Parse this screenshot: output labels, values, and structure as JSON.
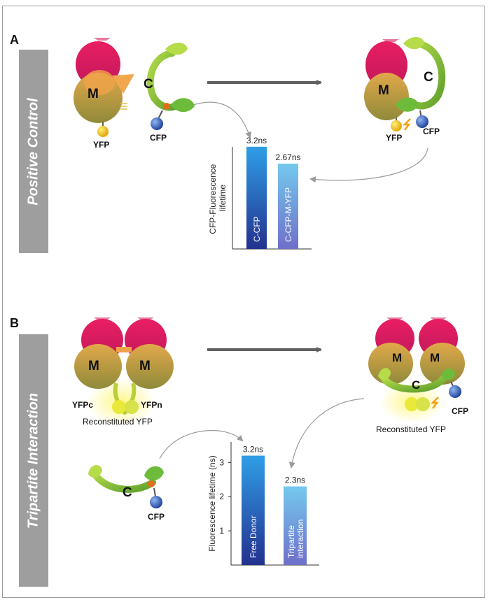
{
  "panels": {
    "a": {
      "letter": "A",
      "side_label": "Positive Control",
      "labels": {
        "m": "M",
        "c": "C",
        "yfp": "YFP",
        "cfp": "CFP"
      },
      "chart": {
        "ylabel": "CFP-Fluorescence lifetime",
        "bars": [
          {
            "category": "C-CFP",
            "value_label": "3.2ns"
          },
          {
            "category": "C-CFP-M-YFP",
            "value_label": "2.67ns"
          }
        ]
      }
    },
    "b": {
      "letter": "B",
      "side_label": "Tripartite Interaction",
      "labels": {
        "m": "M",
        "c": "C",
        "yfpc": "YFPc",
        "yfpn": "YFPn",
        "cfp": "CFP",
        "reconstituted": "Reconstituted YFP"
      },
      "chart": {
        "ylabel": "Fluorescence lifetime (ns)",
        "ticks": [
          "1",
          "2",
          "3"
        ],
        "bars": [
          {
            "category": "Free Donor",
            "value_label": "3.2ns"
          },
          {
            "category": "Tripartite interaction",
            "value_label": "2.3ns"
          }
        ]
      }
    }
  },
  "chart_data": [
    {
      "type": "bar",
      "categories": [
        "C-CFP",
        "C-CFP-M-YFP"
      ],
      "values": [
        3.2,
        2.67
      ],
      "title": "",
      "xlabel": "",
      "ylabel": "CFP-Fluorescence lifetime",
      "data_labels": [
        "3.2ns",
        "2.67ns"
      ],
      "ylim": [
        0,
        3.7
      ],
      "colors": [
        "#2a6fd0",
        "#6f92d8"
      ]
    },
    {
      "type": "bar",
      "categories": [
        "Free Donor",
        "Tripartite interaction"
      ],
      "values": [
        3.2,
        2.3
      ],
      "title": "",
      "xlabel": "",
      "ylabel": "Fluorescence lifetime (ns)",
      "data_labels": [
        "3.2ns",
        "2.3ns"
      ],
      "ylim": [
        0,
        3.6
      ],
      "yticks": [
        1,
        2,
        3
      ],
      "colors": [
        "#2a6fd0",
        "#6f92d8"
      ]
    }
  ]
}
